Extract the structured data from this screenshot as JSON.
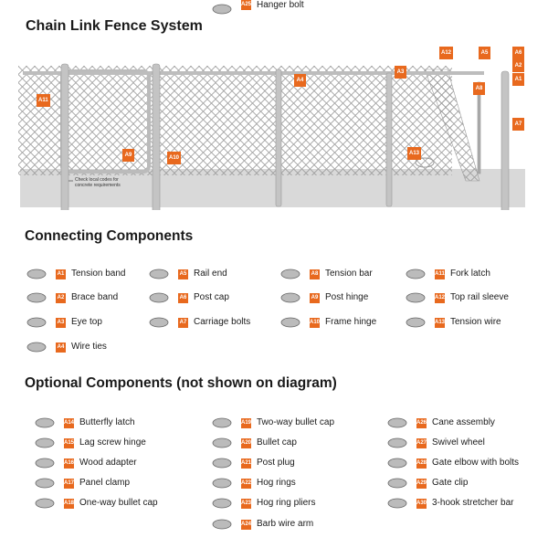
{
  "title": "Chain Link Fence System",
  "diagram": {
    "note": "Check local codes for concrete requirements",
    "callouts": [
      "A1",
      "A2",
      "A3",
      "A4",
      "A5",
      "A6",
      "A7",
      "A8",
      "A9",
      "A10",
      "A11",
      "A12",
      "A13"
    ]
  },
  "connecting": {
    "heading": "Connecting Components",
    "items": [
      {
        "code": "A1",
        "label": "Tension band",
        "icon": "tension-band-icon"
      },
      {
        "code": "A2",
        "label": "Brace band",
        "icon": "brace-band-icon"
      },
      {
        "code": "A3",
        "label": "Eye top",
        "icon": "eye-top-icon"
      },
      {
        "code": "A4",
        "label": "Wire ties",
        "icon": "wire-ties-icon"
      },
      {
        "code": "A5",
        "label": "Rail end",
        "icon": "rail-end-icon"
      },
      {
        "code": "A6",
        "label": "Post cap",
        "icon": "post-cap-icon"
      },
      {
        "code": "A7",
        "label": "Carriage bolts",
        "icon": "carriage-bolts-icon"
      },
      {
        "code": "A8",
        "label": "Tension bar",
        "icon": "tension-bar-icon"
      },
      {
        "code": "A9",
        "label": "Post hinge",
        "icon": "post-hinge-icon"
      },
      {
        "code": "A10",
        "label": "Frame hinge",
        "icon": "frame-hinge-icon"
      },
      {
        "code": "A11",
        "label": "Fork latch",
        "icon": "fork-latch-icon"
      },
      {
        "code": "A12",
        "label": "Top rail sleeve",
        "icon": "top-rail-sleeve-icon"
      },
      {
        "code": "A13",
        "label": "Tension wire",
        "icon": "tension-wire-icon"
      }
    ]
  },
  "optional": {
    "heading": "Optional Components (not shown on diagram)",
    "items": [
      {
        "code": "A14",
        "label": "Butterfly latch"
      },
      {
        "code": "A15",
        "label": "Lag screw hinge"
      },
      {
        "code": "A16",
        "label": "Wood adapter"
      },
      {
        "code": "A17",
        "label": "Panel clamp"
      },
      {
        "code": "A18",
        "label": "One-way bullet cap"
      },
      {
        "code": "A19",
        "label": "Two-way bullet cap"
      },
      {
        "code": "A20",
        "label": "Bullet cap"
      },
      {
        "code": "A21",
        "label": "Post plug"
      },
      {
        "code": "A22",
        "label": "Hog rings"
      },
      {
        "code": "A23",
        "label": "Hog ring pliers"
      },
      {
        "code": "A24",
        "label": "Barb wire arm"
      },
      {
        "code": "A25",
        "label": "Hanger bolt"
      },
      {
        "code": "A26",
        "label": "Cane assembly"
      },
      {
        "code": "A27",
        "label": "Swivel wheel"
      },
      {
        "code": "A28",
        "label": "Gate elbow with bolts"
      },
      {
        "code": "A29",
        "label": "Gate clip"
      },
      {
        "code": "A30",
        "label": "3-hook stretcher bar"
      }
    ]
  },
  "colors": {
    "accent": "#e8691e",
    "metal": "#b9b9b9",
    "concrete": "#d6d6d6"
  }
}
